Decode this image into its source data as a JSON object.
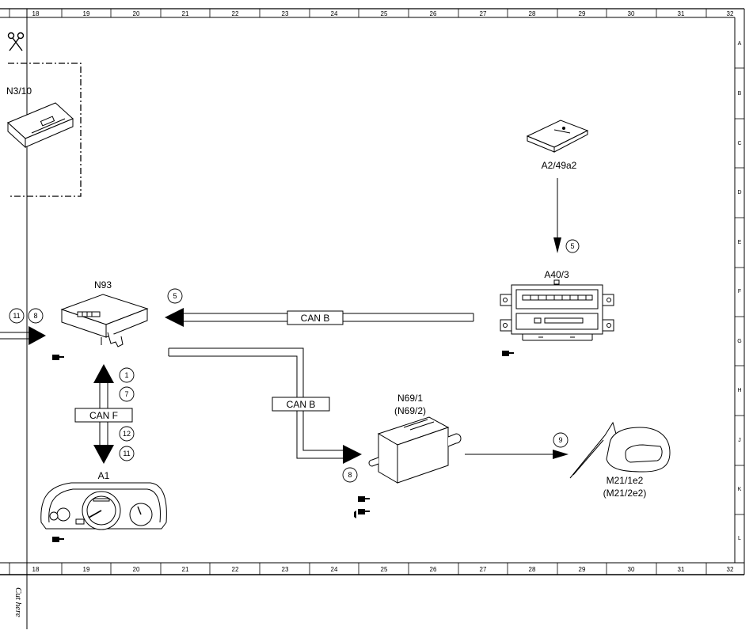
{
  "grid": {
    "columns": [
      "18",
      "19",
      "20",
      "21",
      "22",
      "23",
      "24",
      "25",
      "26",
      "27",
      "28",
      "29",
      "30",
      "31",
      "32"
    ],
    "rows": [
      "A",
      "B",
      "C",
      "D",
      "E",
      "F",
      "G",
      "H",
      "J",
      "K",
      "L"
    ]
  },
  "components": {
    "n3_10": "N3/10",
    "a2_49a2": "A2/49a2",
    "a40_3": "A40/3",
    "n93": "N93",
    "a1": "A1",
    "n69_1": "N69/1",
    "n69_2": "(N69/2)",
    "m21_1e2": "M21/1e2",
    "m21_2e2": "(M21/2e2)"
  },
  "buses": {
    "can_b_top": "CAN B",
    "can_b_mid": "CAN B",
    "can_f": "CAN F"
  },
  "signals": {
    "s5_a2": "5",
    "s5_n93": "5",
    "s11_left": "11",
    "s8_left": "8",
    "s1": "1",
    "s7": "7",
    "s12": "12",
    "s11_bottom": "11",
    "s8_n69": "8",
    "s9": "9"
  },
  "footer": {
    "cut_here": "Cut here"
  }
}
